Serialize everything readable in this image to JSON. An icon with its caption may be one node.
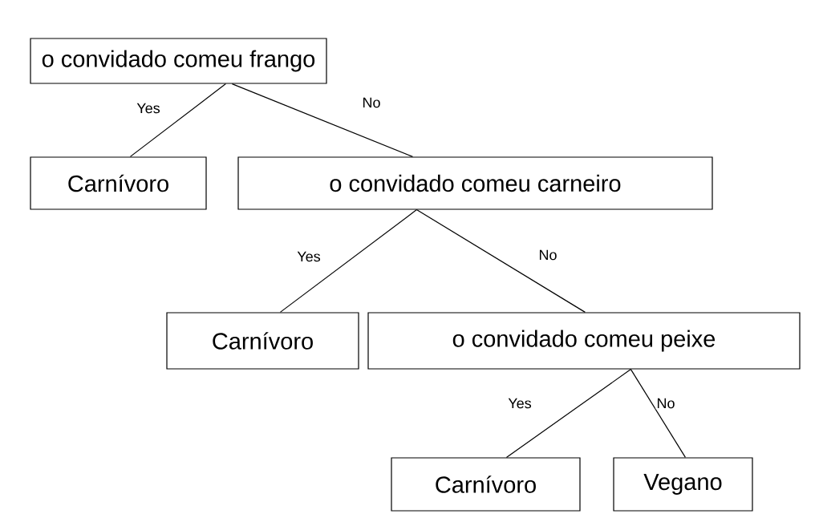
{
  "diagram": {
    "nodes": [
      {
        "text": [
          "o convidado comeu frango"
        ]
      },
      {
        "text": [
          "Carnívoro"
        ]
      },
      {
        "text": [
          "o convidado comeu carneiro"
        ]
      },
      {
        "text": [
          "Carnívoro"
        ]
      },
      {
        "text": [
          "o convidado comeu peixe"
        ]
      },
      {
        "text": [
          "Carnívoro"
        ]
      },
      {
        "text": [
          "Vegano"
        ]
      }
    ],
    "edges": [
      {
        "from": 0,
        "to": 1,
        "arrow": "none",
        "label": "Yes"
      },
      {
        "from": 0,
        "to": 2,
        "arrow": "none",
        "label": "No"
      },
      {
        "from": 2,
        "to": 3,
        "arrow": "none",
        "label": "Yes"
      },
      {
        "from": 2,
        "to": 4,
        "arrow": "none",
        "label": "No"
      },
      {
        "from": 4,
        "to": 5,
        "arrow": "none",
        "label": "Yes"
      },
      {
        "from": 4,
        "to": 6,
        "arrow": "none",
        "label": "No"
      }
    ]
  }
}
